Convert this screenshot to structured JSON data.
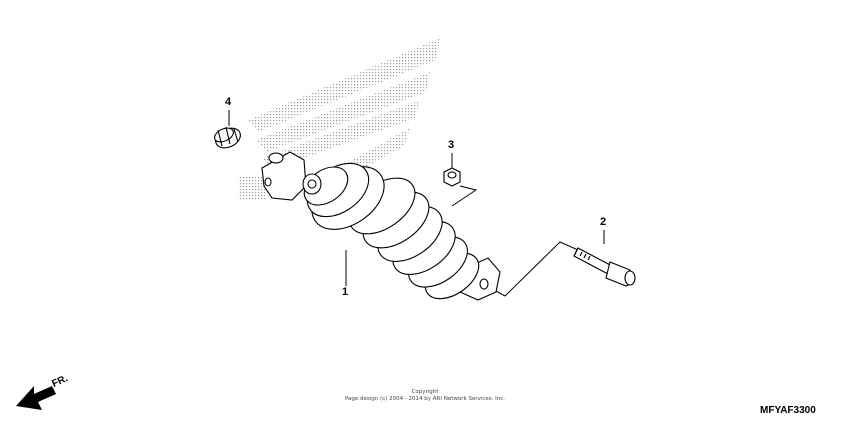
{
  "callouts": {
    "shock_absorber": "1",
    "bolt": "2",
    "nut": "3",
    "cap": "4"
  },
  "direction_label": "FR.",
  "copyright": {
    "line1": "Copyright",
    "line2": "Page design (c) 2004 - 2014 by ARI Network Services, Inc."
  },
  "diagram_code": "MFYAF3300",
  "colors": {
    "line": "#000000",
    "part_fill": "#ffffff",
    "dotted_watermark": "#9a9a9a"
  }
}
